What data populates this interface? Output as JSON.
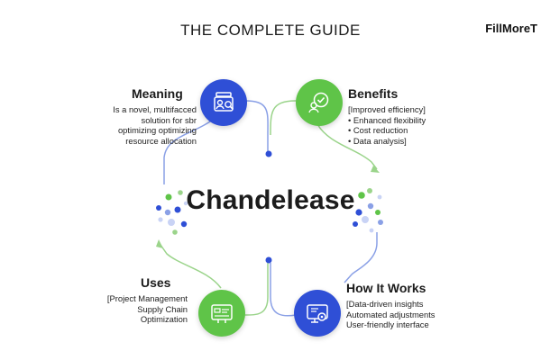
{
  "header": {
    "title": "THE COMPLETE GUIDE",
    "brand": "FillMoreT"
  },
  "center": {
    "label": "Chandelease"
  },
  "quadrants": {
    "meaning": {
      "heading": "Meaning",
      "lines": [
        "Is a novel, multifacced",
        "solution for sbr",
        "optimizing optimizing",
        "resource allocation"
      ],
      "icon": "people-board-icon",
      "color": "#2f4fd6"
    },
    "benefits": {
      "heading": "Benefits",
      "lines": [
        "[Improved efficiency]",
        "• Enhanced flexibility",
        "• Cost reduction",
        "• Data analysis]"
      ],
      "icon": "user-check-icon",
      "color": "#5fc448"
    },
    "uses": {
      "heading": "Uses",
      "lines": [
        "[Project Management",
        "Supply Chain",
        "Optimization"
      ],
      "icon": "dashboard-icon",
      "color": "#5fc448"
    },
    "how_it_works": {
      "heading": "How It Works",
      "lines": [
        "[Data-driven insights",
        "Automated adjustments",
        "User-friendly interface"
      ],
      "icon": "monitor-gear-icon",
      "color": "#2f4fd6"
    }
  },
  "colors": {
    "blue": "#2f4fd6",
    "green": "#5fc448",
    "connector_blue": "#8aa0e6",
    "connector_green": "#9bd48b"
  }
}
